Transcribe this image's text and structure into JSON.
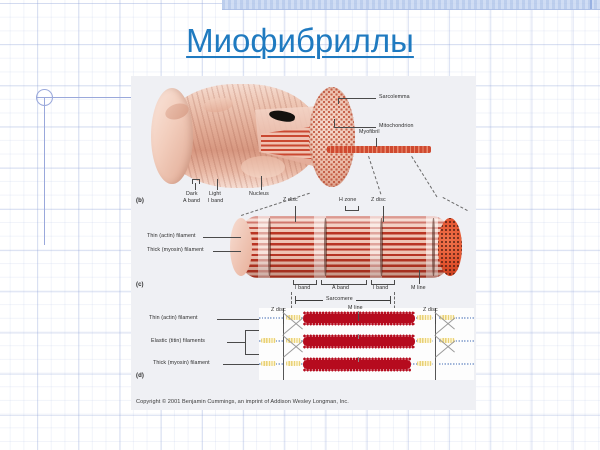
{
  "slide": {
    "title": "Миофибриллы",
    "title_color": "#1f7ac0",
    "background": "#ffffff",
    "grid_color": "#8ca0d7"
  },
  "figure": {
    "panel_b": {
      "tag": "(b)",
      "labels": {
        "sarcolemma": "Sarcolemma",
        "mitochondrion": "Mitochondrion",
        "myofibril": "Myofibril",
        "dark_a_band_line1": "Dark",
        "dark_a_band_line2": "A band",
        "light_i_band_line1": "Light",
        "light_i_band_line2": "I band",
        "nucleus": "Nucleus"
      }
    },
    "panel_c": {
      "tag": "(c)",
      "labels": {
        "z_disc_left": "Z disc",
        "h_zone": "H zone",
        "z_disc_right": "Z disc",
        "thin_filament": "Thin (actin) filament",
        "thick_filament": "Thick (myosin) filament",
        "i_band_left": "I band",
        "a_band": "A band",
        "i_band_right": "I band",
        "m_line": "M line",
        "sarcomere": "Sarcomere"
      }
    },
    "panel_d": {
      "tag": "(d)",
      "labels": {
        "z_disc_left": "Z disc",
        "m_line": "M line",
        "z_disc_right": "Z disc",
        "thin_filament": "Thin (actin) filament",
        "elastic_filaments": "Elastic (titin) filaments",
        "thick_filament": "Thick (myosin) filament"
      }
    },
    "copyright": "Copyright © 2001 Benjamin Cummings, an imprint of Addison Wesley Longman, Inc."
  }
}
